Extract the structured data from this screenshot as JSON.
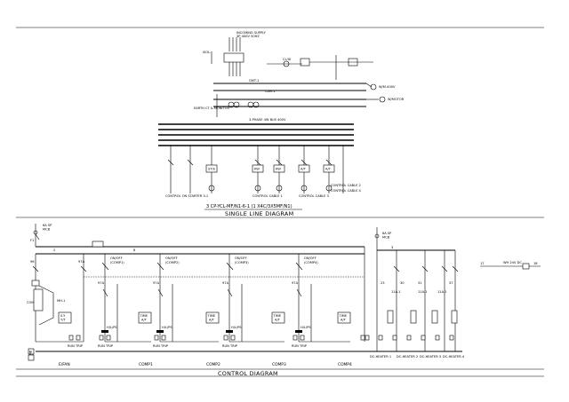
{
  "single_line": {
    "caption": "SINGLE LINE DIAGRAM",
    "cable_note": "3 CP-YCL-MF/N1-6-1 (1 X4C/3X5MF/N1)",
    "feeder_tags": [
      "ST/S",
      "KW",
      "KW",
      "A/T",
      "A/T"
    ],
    "outgoing_labels": [
      "CONTROL ON STARTER 3-1",
      "CONTROL CABLE 1",
      "CONTROL CABLE 3",
      "CONTROL CABLE 2",
      "CONTROL CABLE 4"
    ]
  },
  "control": {
    "caption": "CONTROL DIAGRAM",
    "supply_left": "6A SP\nMCB",
    "supply_right": "6A SP\nMCB",
    "branch_switches": [
      "ON/OFF\n(COMP1)",
      "ON/OFF\n(COMP2)",
      "ON/OFF\n(COMP3)",
      "ON/OFF\n(COMP4)"
    ],
    "timer_boxes": [
      "S-Y\nT/T",
      "TIME\nA/T",
      "TIME\nA/T",
      "TIME\nA/T",
      "TIME\nA/T"
    ],
    "hp_labels": [
      "H/L/PS",
      "H/L/PS",
      "H/L/PS",
      "H/L/PS"
    ],
    "run_trip": [
      "RUN",
      "TRIP"
    ],
    "group_labels": [
      "E/FAN",
      "COMP1",
      "COMP2",
      "COMP3",
      "COMP4"
    ],
    "drain_labels": [
      "DC-HEATER 1",
      "DC-HEATER 2",
      "DC-HEATER 3",
      "DC-HEATER 4"
    ],
    "side_note": "WH 24V DC"
  }
}
